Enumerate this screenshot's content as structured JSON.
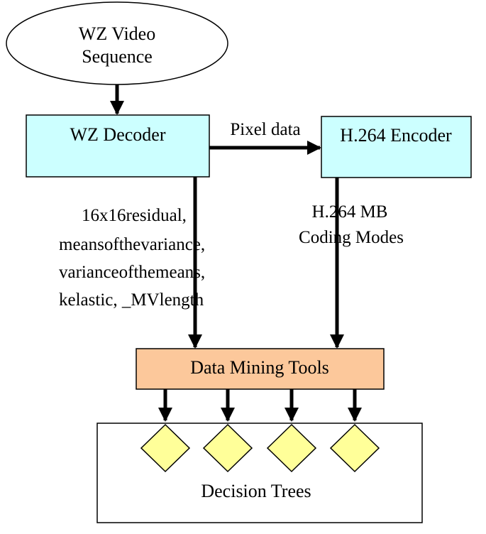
{
  "diagram": {
    "source": {
      "line1": "WZ Video",
      "line2": "Sequence"
    },
    "decoder": {
      "label": "WZ Decoder"
    },
    "encoder": {
      "label": "H.264 Encoder"
    },
    "mining": {
      "label": "Data Mining Tools"
    },
    "trees": {
      "label": "Decision Trees"
    },
    "edge_pixel": {
      "label": "Pixel data"
    },
    "edge_features": {
      "line1": "16x16residual,",
      "line2": "meansofthevariance,",
      "line3": "varianceofthemeans,",
      "line4": "kelastic, _MVlength"
    },
    "edge_modes": {
      "line1": "H.264 MB",
      "line2": "Coding Modes"
    }
  },
  "colors": {
    "process_fill": "#ccffff",
    "mining_fill": "#fcc89b",
    "diamond_fill": "#ffff99",
    "stroke": "#000000",
    "background": "#ffffff"
  }
}
